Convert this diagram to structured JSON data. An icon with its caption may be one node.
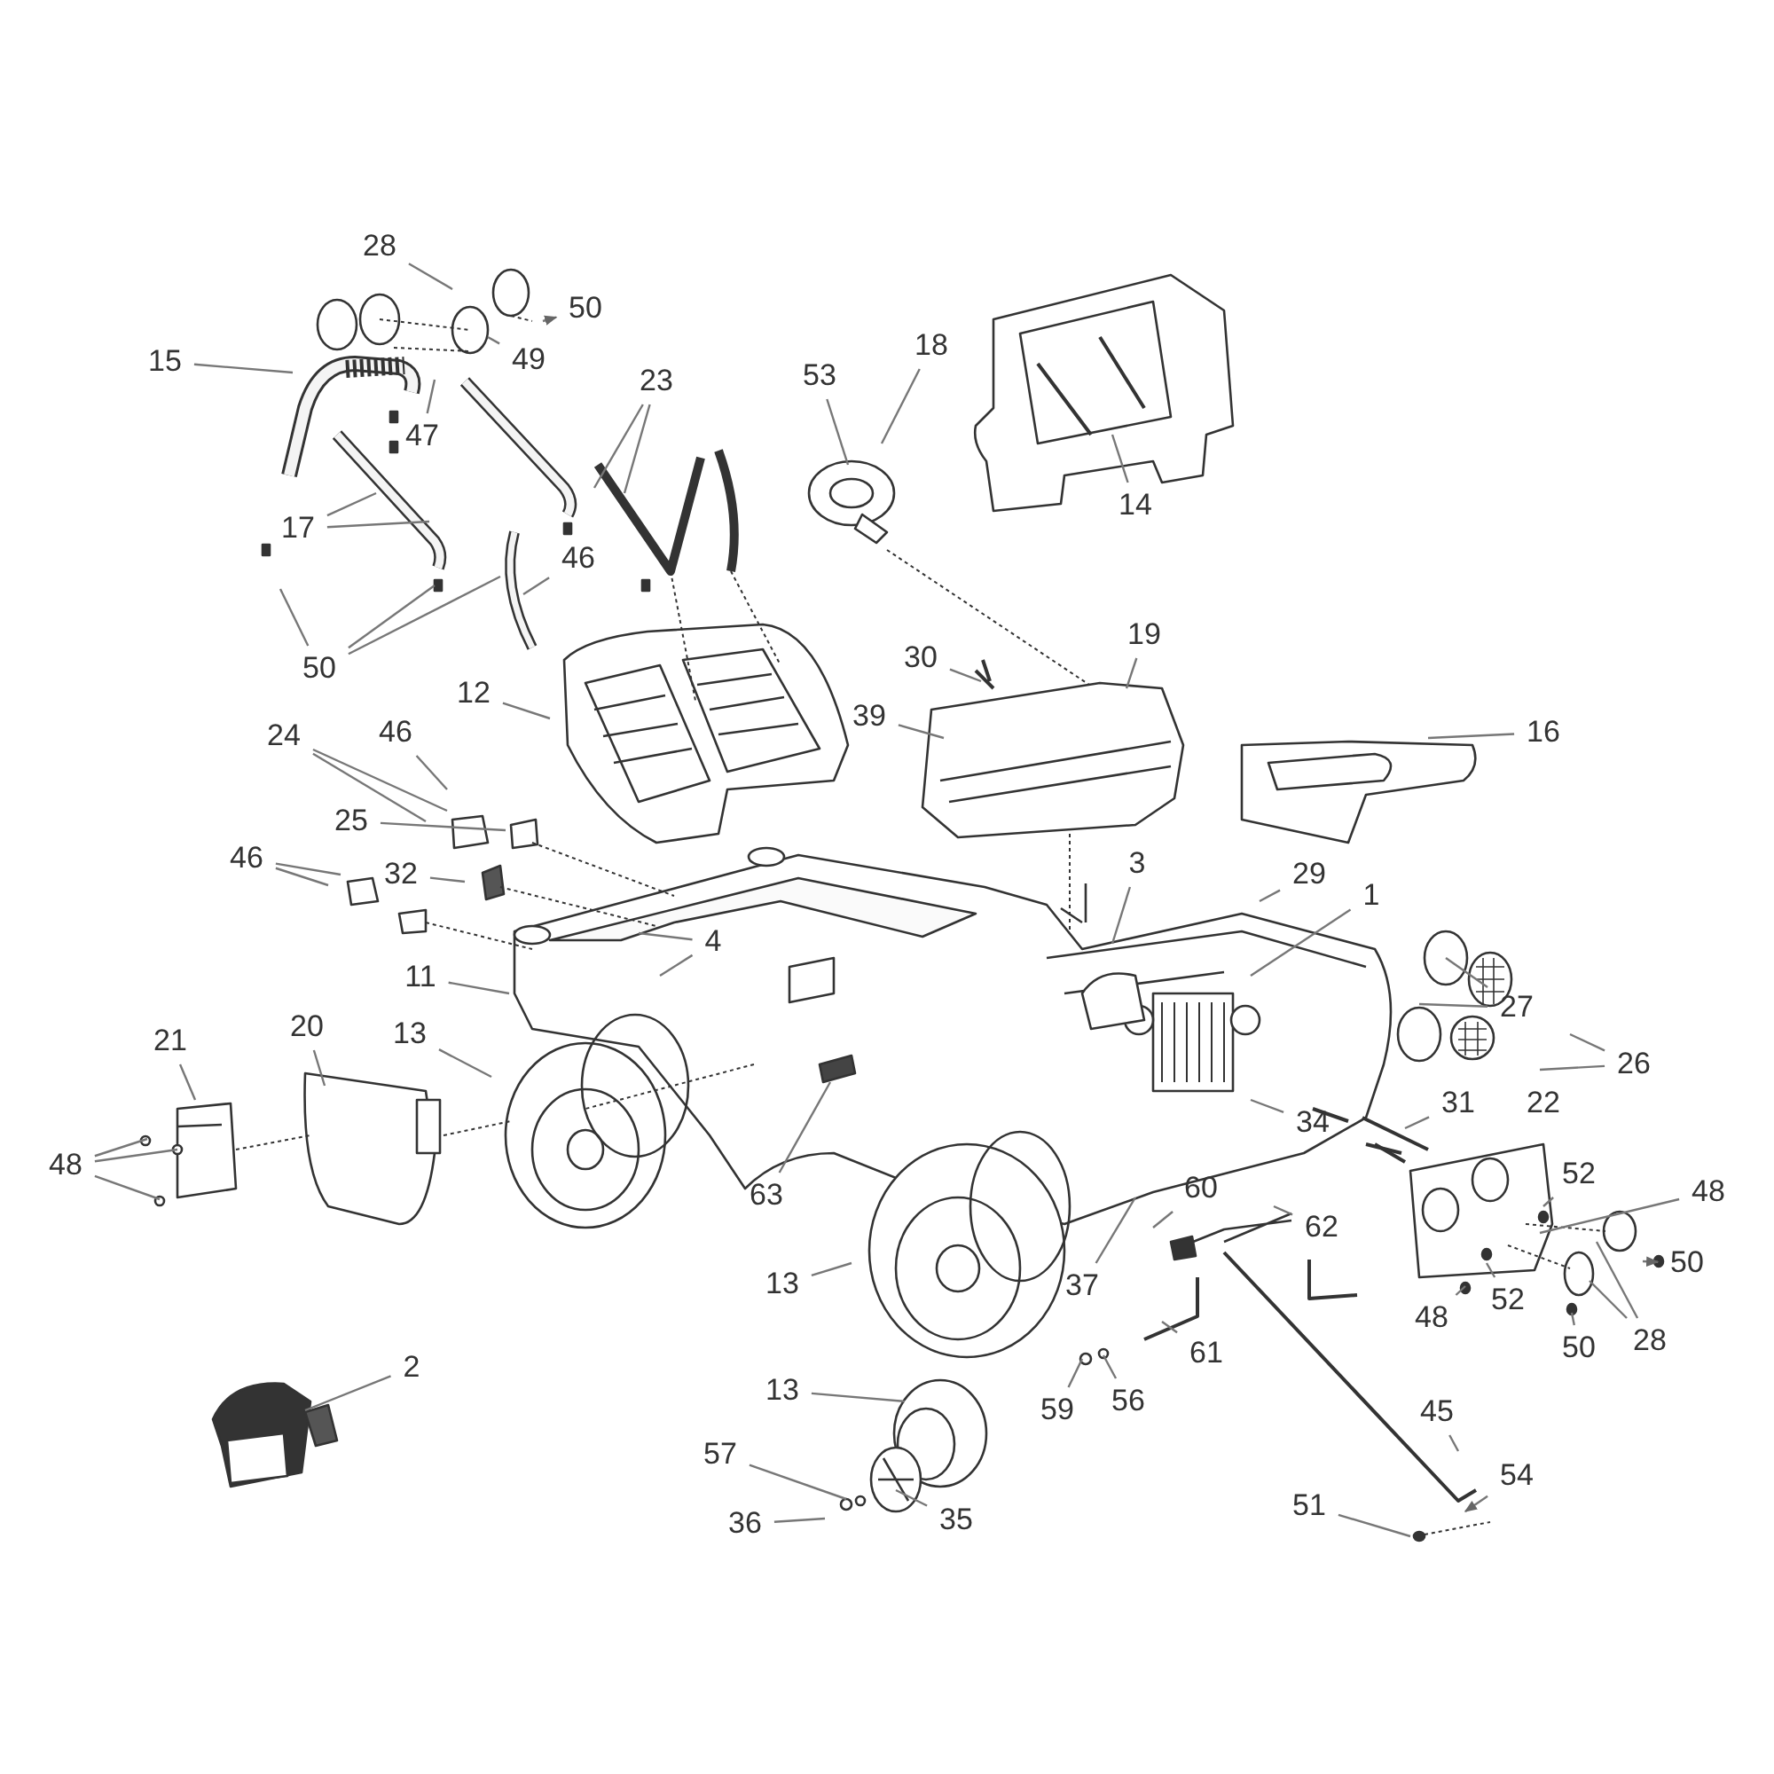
{
  "diagram": {
    "nodes": [
      {
        "text": [
          "28"
        ]
      },
      {
        "text": [
          "50"
        ]
      },
      {
        "text": [
          "15"
        ]
      },
      {
        "text": [
          "49"
        ]
      },
      {
        "text": [
          "23"
        ]
      },
      {
        "text": [
          "53"
        ]
      },
      {
        "text": [
          "18"
        ]
      },
      {
        "text": [
          "47"
        ]
      },
      {
        "text": [
          "14"
        ]
      },
      {
        "text": [
          "17"
        ]
      },
      {
        "text": [
          "46"
        ]
      },
      {
        "text": [
          "50"
        ]
      },
      {
        "text": [
          "12"
        ]
      },
      {
        "text": [
          "30"
        ]
      },
      {
        "text": [
          "19"
        ]
      },
      {
        "text": [
          "39"
        ]
      },
      {
        "text": [
          "16"
        ]
      },
      {
        "text": [
          "24"
        ]
      },
      {
        "text": [
          "46"
        ]
      },
      {
        "text": [
          "25"
        ]
      },
      {
        "text": [
          "46"
        ]
      },
      {
        "text": [
          "32"
        ]
      },
      {
        "text": [
          "3"
        ]
      },
      {
        "text": [
          "29"
        ]
      },
      {
        "text": [
          "1"
        ]
      },
      {
        "text": [
          "4"
        ]
      },
      {
        "text": [
          "11"
        ]
      },
      {
        "text": [
          "27"
        ]
      },
      {
        "text": [
          "26"
        ]
      },
      {
        "text": [
          "21"
        ]
      },
      {
        "text": [
          "20"
        ]
      },
      {
        "text": [
          "13"
        ]
      },
      {
        "text": [
          "63"
        ]
      },
      {
        "text": [
          "34"
        ]
      },
      {
        "text": [
          "31"
        ]
      },
      {
        "text": [
          "48"
        ]
      },
      {
        "text": [
          "52"
        ]
      },
      {
        "text": [
          "48"
        ]
      },
      {
        "text": [
          "60"
        ]
      },
      {
        "text": [
          "62"
        ]
      },
      {
        "text": [
          "37"
        ]
      },
      {
        "text": [
          "13"
        ]
      },
      {
        "text": [
          "50"
        ]
      },
      {
        "text": [
          "48"
        ]
      },
      {
        "text": [
          "52"
        ]
      },
      {
        "text": [
          "50"
        ]
      },
      {
        "text": [
          "28"
        ]
      },
      {
        "text": [
          "2"
        ]
      },
      {
        "text": [
          "13"
        ]
      },
      {
        "text": [
          "61"
        ]
      },
      {
        "text": [
          "59"
        ]
      },
      {
        "text": [
          "56"
        ]
      },
      {
        "text": [
          "45"
        ]
      },
      {
        "text": [
          "54"
        ]
      },
      {
        "text": [
          "51"
        ]
      },
      {
        "text": [
          "35"
        ]
      },
      {
        "text": [
          "36"
        ]
      },
      {
        "text": [
          "57"
        ]
      }
    ],
    "edges": [
      {
        "from": 0,
        "to": null,
        "arrow": "none"
      },
      {
        "from": null,
        "to": 1,
        "arrow": "to"
      },
      {
        "from": 2,
        "to": null,
        "arrow": "none"
      },
      {
        "from": 3,
        "to": null,
        "arrow": "none"
      },
      {
        "from": 4,
        "to": null,
        "arrow": "none"
      },
      {
        "from": 4,
        "to": null,
        "arrow": "none"
      },
      {
        "from": 5,
        "to": null,
        "arrow": "none"
      },
      {
        "from": 6,
        "to": null,
        "arrow": "none"
      },
      {
        "from": 7,
        "to": null,
        "arrow": "none"
      },
      {
        "from": 8,
        "to": null,
        "arrow": "none"
      },
      {
        "from": 9,
        "to": null,
        "arrow": "none"
      },
      {
        "from": 9,
        "to": null,
        "arrow": "none"
      },
      {
        "from": 10,
        "to": null,
        "arrow": "none"
      },
      {
        "from": 11,
        "to": null,
        "arrow": "none"
      },
      {
        "from": 11,
        "to": null,
        "arrow": "none"
      },
      {
        "from": 11,
        "to": null,
        "arrow": "none"
      },
      {
        "from": 12,
        "to": null,
        "arrow": "none"
      },
      {
        "from": 13,
        "to": null,
        "arrow": "none"
      },
      {
        "from": 14,
        "to": null,
        "arrow": "none"
      },
      {
        "from": 15,
        "to": null,
        "arrow": "none"
      },
      {
        "from": 16,
        "to": null,
        "arrow": "none"
      },
      {
        "from": 17,
        "to": null,
        "arrow": "none"
      },
      {
        "from": 17,
        "to": null,
        "arrow": "none"
      },
      {
        "from": 18,
        "to": null,
        "arrow": "none"
      },
      {
        "from": 19,
        "to": null,
        "arrow": "none"
      },
      {
        "from": 20,
        "to": null,
        "arrow": "none"
      },
      {
        "from": 20,
        "to": null,
        "arrow": "none"
      },
      {
        "from": 21,
        "to": null,
        "arrow": "none"
      },
      {
        "from": 22,
        "to": null,
        "arrow": "none"
      },
      {
        "from": 23,
        "to": null,
        "arrow": "none"
      },
      {
        "from": 24,
        "to": null,
        "arrow": "none"
      },
      {
        "from": 25,
        "to": null,
        "arrow": "none"
      },
      {
        "from": 25,
        "to": null,
        "arrow": "none"
      },
      {
        "from": 26,
        "to": null,
        "arrow": "none"
      },
      {
        "from": 27,
        "to": null,
        "arrow": "none"
      },
      {
        "from": 27,
        "to": null,
        "arrow": "none"
      },
      {
        "from": 28,
        "to": null,
        "arrow": "none"
      },
      {
        "from": 28,
        "to": null,
        "arrow": "none"
      },
      {
        "from": 29,
        "to": null,
        "arrow": "none"
      },
      {
        "from": 30,
        "to": null,
        "arrow": "none"
      },
      {
        "from": 31,
        "to": null,
        "arrow": "none"
      },
      {
        "from": 32,
        "to": null,
        "arrow": "none"
      },
      {
        "from": 33,
        "to": null,
        "arrow": "none"
      },
      {
        "from": 34,
        "to": null,
        "arrow": "none"
      },
      {
        "from": 35,
        "to": null,
        "arrow": "none"
      },
      {
        "from": 35,
        "to": null,
        "arrow": "none"
      },
      {
        "from": 35,
        "to": null,
        "arrow": "none"
      },
      {
        "from": 36,
        "to": null,
        "arrow": "none"
      },
      {
        "from": 37,
        "to": null,
        "arrow": "none"
      },
      {
        "from": 38,
        "to": null,
        "arrow": "none"
      },
      {
        "from": 39,
        "to": null,
        "arrow": "none"
      },
      {
        "from": 40,
        "to": null,
        "arrow": "none"
      },
      {
        "from": 41,
        "to": null,
        "arrow": "none"
      },
      {
        "from": null,
        "to": 42,
        "arrow": "to"
      },
      {
        "from": 43,
        "to": null,
        "arrow": "none"
      },
      {
        "from": 44,
        "to": null,
        "arrow": "none"
      },
      {
        "from": 45,
        "to": null,
        "arrow": "none"
      },
      {
        "from": 46,
        "to": null,
        "arrow": "none"
      },
      {
        "from": 46,
        "to": null,
        "arrow": "none"
      },
      {
        "from": 47,
        "to": null,
        "arrow": "none"
      },
      {
        "from": 48,
        "to": null,
        "arrow": "none"
      },
      {
        "from": 49,
        "to": null,
        "arrow": "none"
      },
      {
        "from": 50,
        "to": null,
        "arrow": "none"
      },
      {
        "from": 51,
        "to": null,
        "arrow": "none"
      },
      {
        "from": 52,
        "to": null,
        "arrow": "none"
      },
      {
        "from": 53,
        "to": null,
        "arrow": "to"
      },
      {
        "from": 54,
        "to": null,
        "arrow": "none"
      },
      {
        "from": 55,
        "to": null,
        "arrow": "none"
      },
      {
        "from": 56,
        "to": null,
        "arrow": "none"
      },
      {
        "from": 57,
        "to": null,
        "arrow": "none"
      }
    ],
    "labels": [
      "22"
    ]
  }
}
